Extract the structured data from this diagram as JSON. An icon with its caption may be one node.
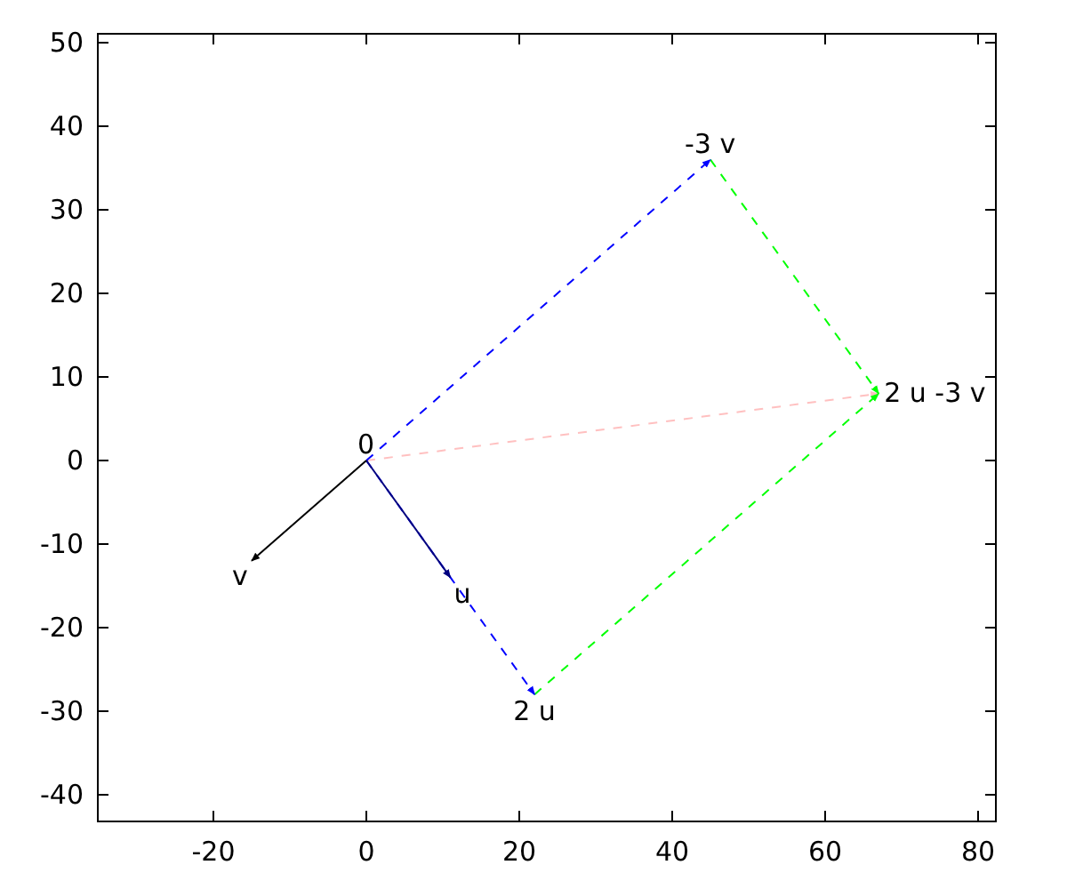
{
  "diagram": {
    "nodes": [
      {
        "text": [
          "0"
        ]
      },
      {
        "text": [
          "v"
        ]
      },
      {
        "text": [
          "u"
        ]
      },
      {
        "text": [
          "2 u"
        ]
      },
      {
        "text": [
          "-3 v"
        ]
      },
      {
        "text": [
          "2 u -3 v"
        ]
      }
    ],
    "edges": [
      {
        "from": 0,
        "to": 1,
        "arrow": "to",
        "color": "#000000"
      },
      {
        "from": 0,
        "to": 2,
        "arrow": "to",
        "color": "#000080"
      },
      {
        "from": 0,
        "to": 3,
        "arrow": "to",
        "style": "dashed",
        "color": "#0000ff"
      },
      {
        "from": 0,
        "to": 4,
        "arrow": "to",
        "style": "dashed",
        "color": "#0000ff"
      },
      {
        "from": 3,
        "to": 5,
        "arrow": "to",
        "style": "dashed",
        "color": "#00ff00"
      },
      {
        "from": 4,
        "to": 5,
        "arrow": "to",
        "style": "dashed",
        "color": "#00ff00"
      },
      {
        "from": 0,
        "to": 5,
        "arrow": "to",
        "style": "dashed",
        "color": "#ffc0c0"
      }
    ],
    "labels": [
      "50",
      "40",
      "30",
      "20",
      "10",
      "0",
      "-10",
      "-20",
      "-30",
      "-40",
      "-20",
      "0",
      "20",
      "40",
      "60",
      "80"
    ]
  }
}
